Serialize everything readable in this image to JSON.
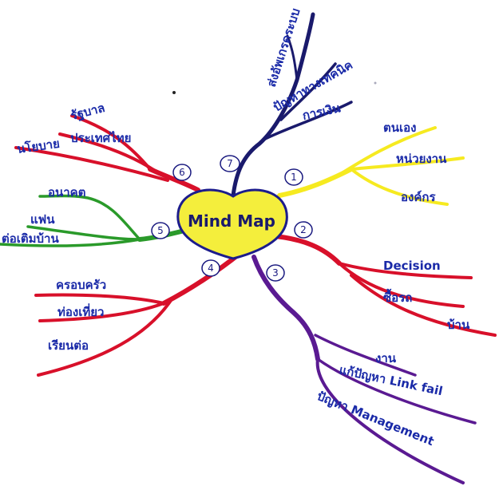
{
  "center": {
    "label": "Mind Map",
    "fill": "#f4ee3c",
    "stroke": "#1c1c8c"
  },
  "colors": {
    "yellow": "#f6ea20",
    "red": "#d8102a",
    "purple": "#5a1a92",
    "green": "#2a9a2a",
    "navy": "#1a1a6c",
    "text": "#1a2aa8"
  },
  "branches": [
    {
      "number": "1",
      "labels": [
        "ตนเอง",
        "หน่วยงาน",
        "องค์กร"
      ]
    },
    {
      "number": "2",
      "labels": [
        "Decision",
        "ซื้อรถ",
        "บ้าน"
      ]
    },
    {
      "number": "3",
      "labels": [
        "งาน",
        "แก้ปัญหา Link fail",
        "ปัญหา Management"
      ]
    },
    {
      "number": "4",
      "labels": [
        "ครอบครัว",
        "ท่องเที่ยว",
        "เรียนต่อ"
      ]
    },
    {
      "number": "5",
      "labels": [
        "อนาคต",
        "แฟน",
        "ต่อเติมบ้าน"
      ]
    },
    {
      "number": "6",
      "labels": [
        "รัฐบาล",
        "ประเทศไทย",
        "นโยบาย"
      ]
    },
    {
      "number": "7",
      "labels": [
        "ส่งอัพเกรดระบบ",
        "ปัญหาทางเทคนิค",
        "การเงิน"
      ]
    }
  ]
}
